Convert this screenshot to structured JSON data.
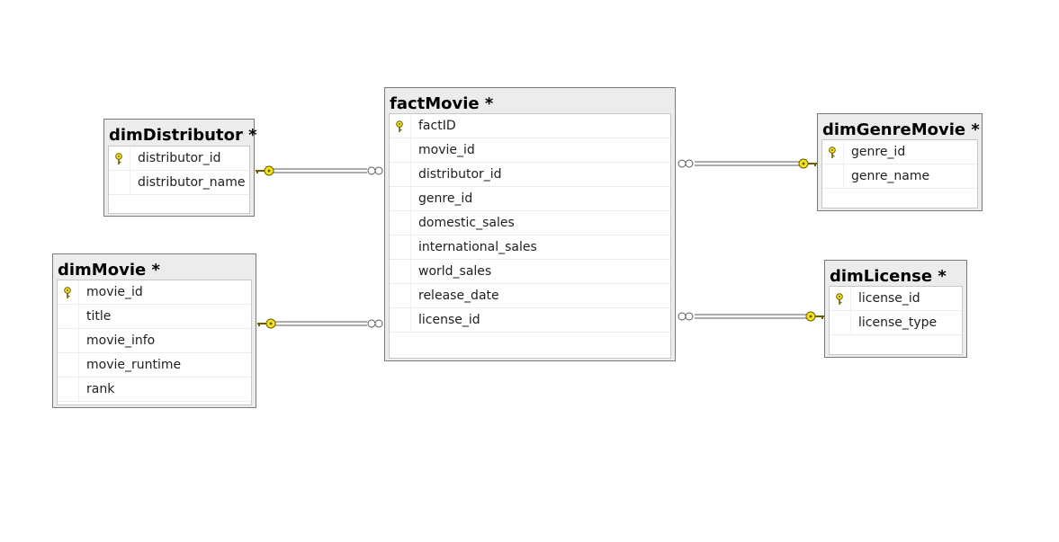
{
  "tables": {
    "dimDistributor": {
      "title": "dimDistributor *",
      "columns": [
        {
          "name": "distributor_id",
          "primary_key": true
        },
        {
          "name": "distributor_name",
          "primary_key": false
        }
      ]
    },
    "dimMovie": {
      "title": "dimMovie *",
      "columns": [
        {
          "name": "movie_id",
          "primary_key": true
        },
        {
          "name": "title",
          "primary_key": false
        },
        {
          "name": "movie_info",
          "primary_key": false
        },
        {
          "name": "movie_runtime",
          "primary_key": false
        },
        {
          "name": "rank",
          "primary_key": false
        }
      ]
    },
    "factMovie": {
      "title": "factMovie *",
      "columns": [
        {
          "name": "factID",
          "primary_key": true
        },
        {
          "name": "movie_id",
          "primary_key": false
        },
        {
          "name": "distributor_id",
          "primary_key": false
        },
        {
          "name": "genre_id",
          "primary_key": false
        },
        {
          "name": "domestic_sales",
          "primary_key": false
        },
        {
          "name": "international_sales",
          "primary_key": false
        },
        {
          "name": "world_sales",
          "primary_key": false
        },
        {
          "name": "release_date",
          "primary_key": false
        },
        {
          "name": "license_id",
          "primary_key": false
        }
      ]
    },
    "dimGenreMovie": {
      "title": "dimGenreMovie *",
      "columns": [
        {
          "name": "genre_id",
          "primary_key": true
        },
        {
          "name": "genre_name",
          "primary_key": false
        }
      ]
    },
    "dimLicense": {
      "title": "dimLicense *",
      "columns": [
        {
          "name": "license_id",
          "primary_key": true
        },
        {
          "name": "license_type",
          "primary_key": false
        }
      ]
    }
  },
  "relationships": [
    {
      "from": "dimDistributor",
      "to": "factMovie",
      "one_end": "key",
      "many_end": "infinity"
    },
    {
      "from": "dimMovie",
      "to": "factMovie",
      "one_end": "key",
      "many_end": "infinity"
    },
    {
      "from": "dimGenreMovie",
      "to": "factMovie",
      "one_end": "key",
      "many_end": "infinity"
    },
    {
      "from": "dimLicense",
      "to": "factMovie",
      "one_end": "key",
      "many_end": "infinity"
    }
  ],
  "icons": {
    "primary_key": "key-icon",
    "relationship_one": "key-icon",
    "relationship_many": "infinity-icon"
  },
  "colors": {
    "key_fill": "#f5e61c",
    "key_stroke": "#6b5d00",
    "line": "#5a5a5a",
    "table_header_bg": "#ececec",
    "table_border": "#7a7a7a"
  }
}
